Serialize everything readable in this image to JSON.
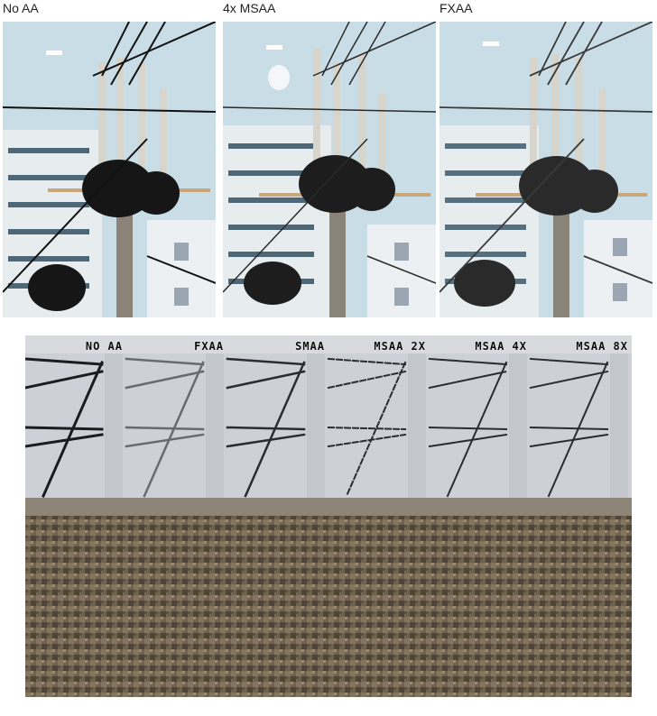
{
  "top_row": {
    "panels": [
      {
        "label": "No AA"
      },
      {
        "label": "4x MSAA"
      },
      {
        "label": "FXAA"
      }
    ]
  },
  "bottom_row": {
    "strips": [
      {
        "label": "NO AA"
      },
      {
        "label": "FXAA"
      },
      {
        "label": "SMAA"
      },
      {
        "label": "MSAA 2X"
      },
      {
        "label": "MSAA 4X"
      },
      {
        "label": "MSAA 8X"
      }
    ]
  },
  "colors": {
    "sky": "#c9dde6",
    "building": "#e7ecef",
    "pole": "#8a8378",
    "wire": "#1b1b1b",
    "ground": "#6f6250",
    "strip_sky": "#cdd0d6"
  }
}
